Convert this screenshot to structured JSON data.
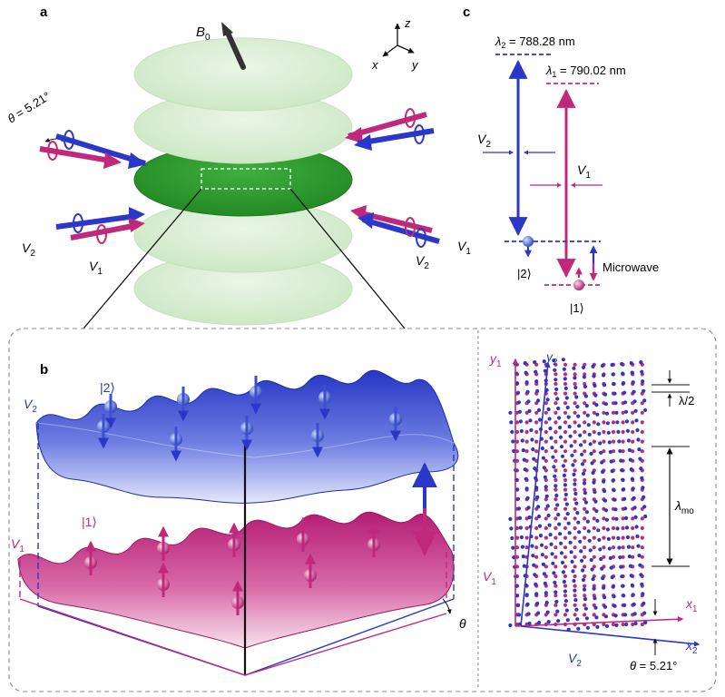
{
  "panels": {
    "a": "a",
    "b": "b",
    "c": "c"
  },
  "panel_a": {
    "field": {
      "symbol": "B",
      "sub": "0"
    },
    "axes": {
      "x": "x",
      "y": "y",
      "z": "z"
    },
    "angle": {
      "sym": "θ",
      "value": " = 5.21°"
    },
    "beams": [
      {
        "sym": "V",
        "sub": "2"
      },
      {
        "sym": "V",
        "sub": "1"
      },
      {
        "sym": "V",
        "sub": "2"
      },
      {
        "sym": "V",
        "sub": "1"
      }
    ]
  },
  "panel_b": {
    "v2": {
      "sym": "V",
      "sub": "2"
    },
    "v1": {
      "sym": "V",
      "sub": "1"
    },
    "state_upper": "|2⟩",
    "state_lower": "|1⟩",
    "theta": "θ"
  },
  "panel_c": {
    "lambda2": {
      "sym": "λ",
      "sub": "2",
      "value": " = 788.28 nm"
    },
    "lambda1": {
      "sym": "λ",
      "sub": "1",
      "value": " = 790.02 nm"
    },
    "v2": {
      "sym": "V",
      "sub": "2"
    },
    "v1": {
      "sym": "V",
      "sub": "1"
    },
    "ket2": "|2⟩",
    "ket1": "|1⟩",
    "microwave": "Microwave"
  },
  "lattice": {
    "y1": {
      "sym": "y",
      "sub": "1"
    },
    "y2": {
      "sym": "y",
      "sub": "2"
    },
    "x1": {
      "sym": "x",
      "sub": "1"
    },
    "x2": {
      "sym": "x",
      "sub": "2"
    },
    "v1": {
      "sym": "V",
      "sub": "1"
    },
    "v2": {
      "sym": "V",
      "sub": "2"
    },
    "half_lambda": "λ/2",
    "lambda_mo": {
      "sym": "λ",
      "sub": "mo"
    },
    "theta": {
      "sym": "θ",
      "value": " = 5.21°"
    }
  },
  "colors": {
    "blue": "#2a37c8",
    "magenta": "#c0287c",
    "green_dark": "#2f9a2f",
    "green_light": "#dcf0d6",
    "gray": "#888888"
  }
}
